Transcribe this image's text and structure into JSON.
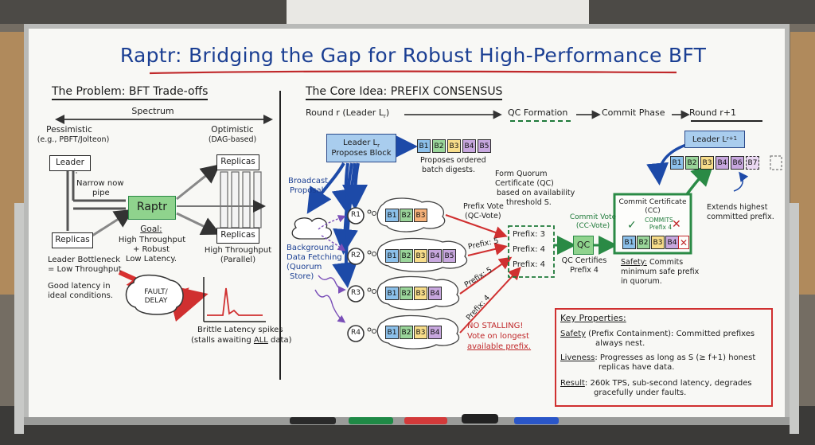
{
  "title": "Raptr: Bridging the Gap for Robust High-Performance BFT",
  "problem": {
    "heading": "The Problem: BFT Trade-offs",
    "spectrum": "Spectrum",
    "pessimistic": "Pessimistic",
    "pessimistic_examples": "(e.g., PBFT/Jolteon)",
    "optimistic": "Optimistic",
    "optimistic_examples": "(DAG-based)",
    "leader": "Leader",
    "narrow_pipe": "Narrow now",
    "narrow_pipe2": "pipe",
    "replicas_left": "Replicas",
    "replicas_top": "Replicas",
    "replicas_right": "Replicas",
    "raptr": "Raptr",
    "goal_label": "Goal:",
    "goal_line1": "High Throughput",
    "goal_line2": "+ Robust",
    "goal_line3": "Low Latency.",
    "bottleneck1": "Leader Bottleneck",
    "bottleneck2": "= Low Throughput",
    "good_latency1": "Good latency in",
    "good_latency2": "ideal conditions.",
    "high_tp1": "High Throughput",
    "high_tp2": "(Parallel)",
    "fault1": "FAULT/",
    "fault2": "DELAY",
    "brittle1": "Brittle Latency spikes",
    "brittle2_pre": "(stalls awaiting ",
    "brittle2_all": "ALL",
    "brittle2_post": " data)"
  },
  "core": {
    "heading": "The Core Idea: PREFIX CONSENSUS",
    "round_r": "Round r (Leader L",
    "round_r_sub": "r",
    "round_r_close": ")",
    "qc_formation": "QC Formation",
    "commit_phase": "Commit Phase",
    "round_next": "Round r+1",
    "leader_proposes1": "Leader L",
    "leader_proposes_sub": "r",
    "leader_proposes2": "Proposes Block",
    "block_labels": [
      "B1",
      "B2",
      "B3",
      "B4",
      "B5"
    ],
    "proposes_ordered1": "Proposes ordered",
    "proposes_ordered2": "batch digests.",
    "broadcast1": "Broadcast",
    "broadcast2": "Proposal",
    "background1": "Background",
    "background2": "Data Fetching",
    "background3": "(Quorum",
    "background4": "Store)",
    "replicas": [
      "R1",
      "R2",
      "R3",
      "R4"
    ],
    "r1_blocks": [
      "B1",
      "B2",
      "B3"
    ],
    "r2_blocks": [
      "B1",
      "B2",
      "B3",
      "B4",
      "B5"
    ],
    "r3_blocks": [
      "B1",
      "B2",
      "B3",
      "B4"
    ],
    "r4_blocks": [
      "B1",
      "B2",
      "B3",
      "B4"
    ],
    "prefix_vote1": "Prefix Vote",
    "prefix_vote2": "(QC-Vote)",
    "prefix5a": "Prefix: 5",
    "prefix5b": "Prefix: 5",
    "prefix4": "Prefix: 4",
    "form_qc1": "Form Quorum",
    "form_qc2": "Certificate (QC)",
    "form_qc3": "based on availability",
    "form_qc4": "threshold S.",
    "qc_box": [
      "Prefix: 3",
      "Prefix: 4",
      "Prefix: 4"
    ],
    "qc": "QC",
    "qc_certifies1": "QC Certifies",
    "qc_certifies2": "Prefix 4",
    "commit_vote1": "Commit Vote",
    "commit_vote2": "(CC-Vote)",
    "no_stalling1": "NO STALLING!",
    "no_stalling2": "Vote on longest",
    "no_stalling3": "available prefix.",
    "cc1": "Commit Certificate",
    "cc2": "(CC)",
    "cc_commits": "COMMITS",
    "cc_prefix": "Prefix 4",
    "cc_blocks": [
      "B1",
      "B2",
      "B3",
      "B4"
    ],
    "safety_label": "Safety:",
    "safety1": "Commits",
    "safety2": "minimum safe prefix",
    "safety3": "in quorum.",
    "leader_next": "Leader L",
    "leader_next_sub": "r+1",
    "next_blocks": [
      "B1",
      "B2",
      "B3",
      "B4",
      "B6",
      "B7"
    ],
    "extends1": "Extends highest",
    "extends2": "committed prefix."
  },
  "key_properties": {
    "heading": "Key Properties:",
    "safety_term": "Safety",
    "safety_text1": " (Prefix Containment): Committed prefixes",
    "safety_text2": "always nest.",
    "liveness_term": "Liveness",
    "liveness_text1": ": Progresses as long as S (≥ f+1) honest",
    "liveness_text2": "replicas have data.",
    "result_term": "Result",
    "result_text1": ": 260k TPS, sub-second latency, degrades",
    "result_text2": "gracefully under faults."
  },
  "colors": {
    "title": "#1b3f93",
    "green": "#1f7a3a",
    "red": "#c0282a",
    "leader_fill": "#a9cdee",
    "raptr_fill": "#8fd38d"
  }
}
